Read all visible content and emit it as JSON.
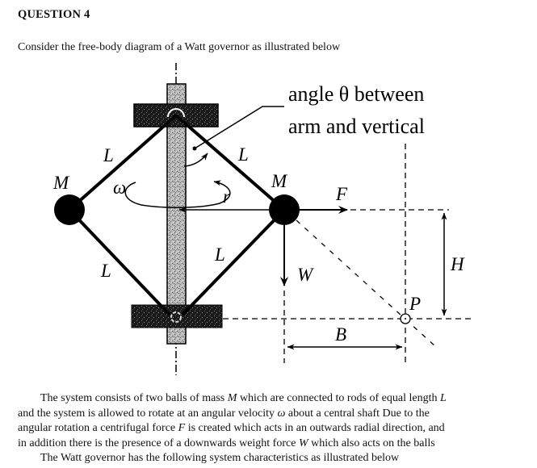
{
  "question": {
    "heading": "QUESTION 4",
    "intro": "Consider the free-body diagram of a Watt governor as illustrated below"
  },
  "diagram": {
    "callout_line1": "angle θ between",
    "callout_line2": "arm and vertical",
    "labels": {
      "arm_upper_left": "L",
      "arm_upper_right": "L",
      "arm_lower_left": "L",
      "arm_lower_right": "L",
      "mass_left": "M",
      "mass_right": "M",
      "omega": "ω",
      "radius": "r",
      "force_centrifugal": "F",
      "force_weight": "W",
      "height": "H",
      "base": "B",
      "point": "P"
    }
  },
  "body": {
    "line1_a": "The system consists of two balls of mass ",
    "line1_M": "M",
    "line1_b": " which are connected to rods of equal length ",
    "line1_L": "L",
    "line2_a": "and the system is allowed to rotate at an angular velocity ",
    "line2_w": "ω",
    "line2_b": " about a central shaft  Due to the",
    "line3_a": "angular rotation a centrifugal force ",
    "line3_F": "F",
    "line3_b": " is created which acts in an outwards radial direction, and",
    "line4_a": "in addition there is the presence of a downwards weight force ",
    "line4_W": "W",
    "line4_b": " which also acts on the balls",
    "line5": "The Watt governor has the following system characteristics as illustrated below"
  }
}
